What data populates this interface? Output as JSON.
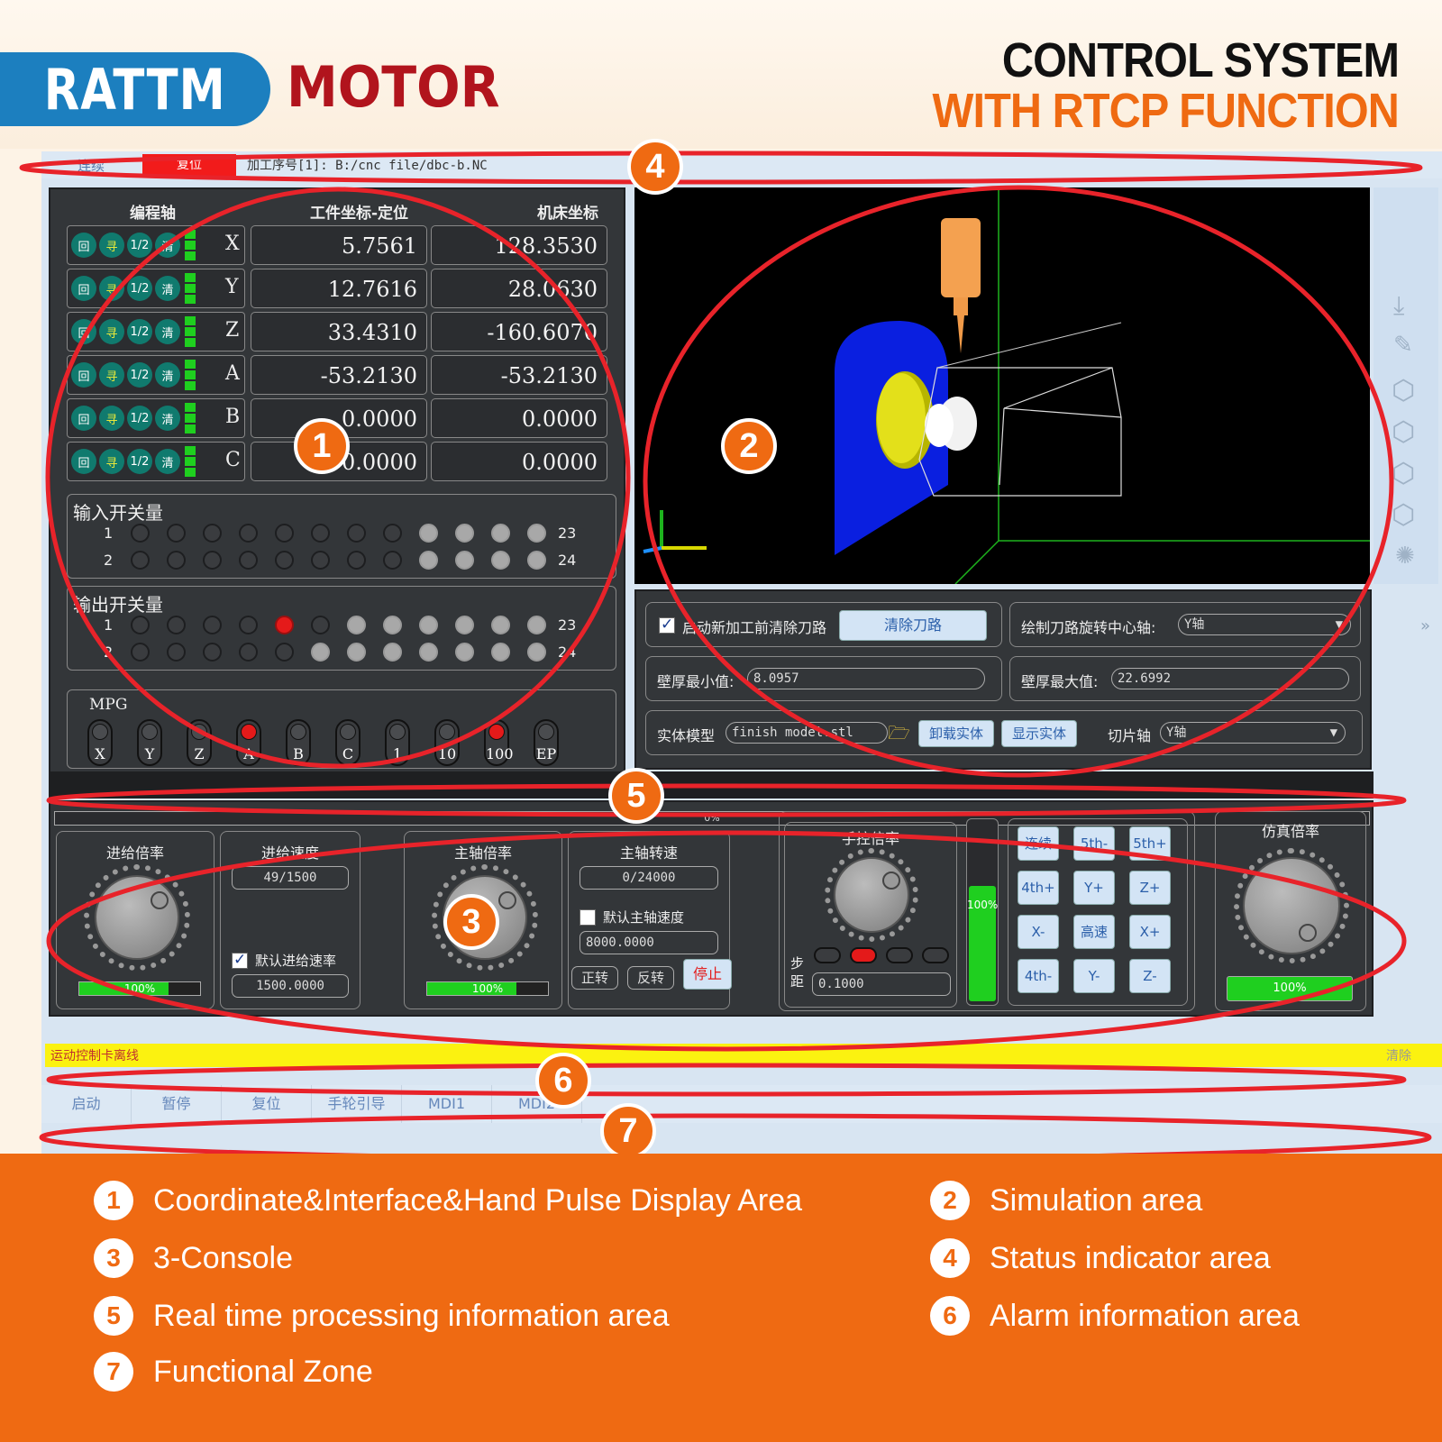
{
  "brand": {
    "logo_left": "RATTM",
    "logo_right": "MOTOR"
  },
  "title": {
    "line1": "CONTROL SYSTEM",
    "line2": "WITH RTCP FUNCTION"
  },
  "status_bar": {
    "mode": "连续",
    "reset_badge": "复位",
    "file": "加工序号[1]: B:/cnc file/dbc-b.NC"
  },
  "coords": {
    "headers": {
      "axis": "编程轴",
      "work": "工件坐标-定位",
      "machine": "机床坐标"
    },
    "btn_labels": {
      "home": "回",
      "seek": "寻",
      "half": "1/2",
      "clear": "清"
    },
    "rows": [
      {
        "axis": "X",
        "work": "5.7561",
        "machine": "128.3530"
      },
      {
        "axis": "Y",
        "work": "12.7616",
        "machine": "28.0630"
      },
      {
        "axis": "Z",
        "work": "33.4310",
        "machine": "-160.6070"
      },
      {
        "axis": "A",
        "work": "-53.2130",
        "machine": "-53.2130"
      },
      {
        "axis": "B",
        "work": "0.0000",
        "machine": "0.0000"
      },
      {
        "axis": "C",
        "work": "0.0000",
        "machine": "0.0000"
      }
    ]
  },
  "inputs": {
    "title": "输入开关量",
    "row1_start": "1",
    "row1_end": "23",
    "row2_start": "2",
    "row2_end": "24"
  },
  "outputs": {
    "title": "输出开关量",
    "row1_start": "1",
    "row1_end": "23",
    "row2_start": "2",
    "row2_end": "24"
  },
  "mpg": {
    "title": "MPG",
    "keys": [
      "X",
      "Y",
      "Z",
      "A",
      "B",
      "C",
      "1",
      "10",
      "100",
      "EP"
    ]
  },
  "sim_settings": {
    "clear_path_check": "启动新加工前清除刀路",
    "clear_path_btn": "清除刀路",
    "rot_center_label": "绘制刀路旋转中心轴:",
    "rot_center_value": "Y轴",
    "wall_min_label": "壁厚最小值:",
    "wall_min_value": "8.0957",
    "wall_max_label": "壁厚最大值:",
    "wall_max_value": "22.6992",
    "solid_label": "实体模型",
    "solid_value": "finish model.stl",
    "unload_btn": "卸载实体",
    "show_btn": "显示实体",
    "slice_label": "切片轴",
    "slice_value": "Y轴"
  },
  "console": {
    "progress": "0%",
    "feed_ratio_title": "进给倍率",
    "feed_ratio_pct": "100%",
    "feed_speed_title": "进给速度",
    "feed_speed_value": "49/1500",
    "default_feed_check": "默认进给速率",
    "default_feed_value": "1500.0000",
    "spindle_ratio_title": "主轴倍率",
    "spindle_ratio_pct": "100%",
    "spindle_speed_title": "主轴转速",
    "spindle_speed_value": "0/24000",
    "default_spindle_check": "默认主轴速度",
    "default_spindle_value": "8000.0000",
    "cw": "正转",
    "ccw": "反转",
    "stop": "停止",
    "jog_ratio_title": "手控倍率",
    "step_label": "步距",
    "step_value": "0.1000",
    "jog_bar_pct": "100%",
    "sim_ratio_title": "仿真倍率",
    "sim_ratio_pct": "100%",
    "jog_keys": [
      "连续",
      "5th-",
      "5th+",
      "4th+",
      "Y+",
      "Z+",
      "X-",
      "高速",
      "X+",
      "4th-",
      "Y-",
      "Z-"
    ]
  },
  "alarm": {
    "text": "运动控制卡离线",
    "clear": "清除"
  },
  "func_bar": [
    "启动",
    "暂停",
    "复位",
    "手轮引导",
    "MDI1",
    "MDI2"
  ],
  "badges": [
    "1",
    "2",
    "3",
    "4",
    "5",
    "6",
    "7"
  ],
  "legend": [
    {
      "num": "1",
      "text": "Coordinate&Interface&Hand Pulse Display Area"
    },
    {
      "num": "2",
      "text": "Simulation area"
    },
    {
      "num": "3",
      "text": "3-Console"
    },
    {
      "num": "4",
      "text": "Status indicator area"
    },
    {
      "num": "5",
      "text": "Real time processing information area"
    },
    {
      "num": "6",
      "text": "Alarm information area"
    },
    {
      "num": "7",
      "text": "Functional Zone"
    }
  ],
  "colors": {
    "accent_orange": "#ef6a12",
    "brand_blue": "#1c7fbf",
    "brand_red": "#b1141d",
    "alarm_yellow": "#fbf210"
  }
}
